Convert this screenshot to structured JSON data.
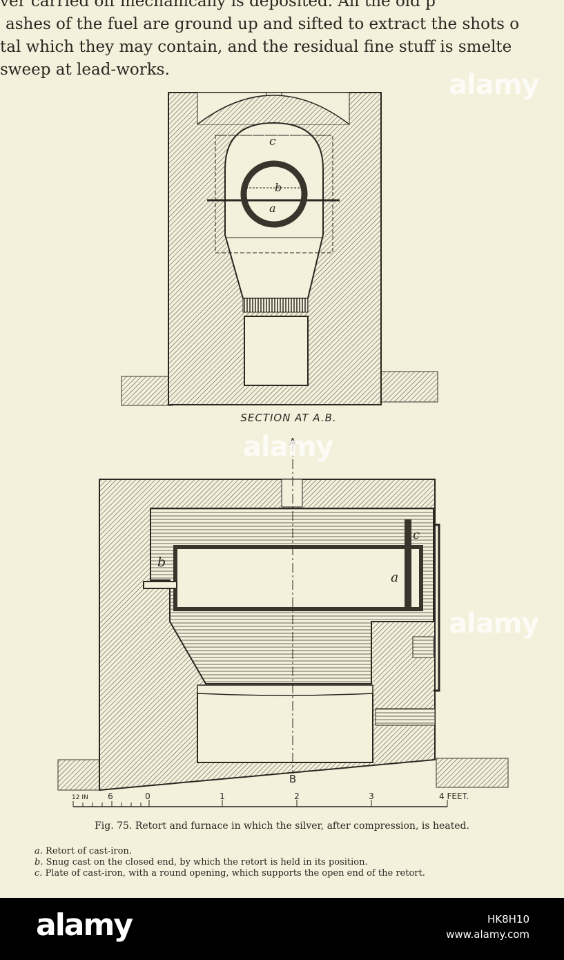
{
  "body_text": {
    "lines": [
      "ver carried off mechanically is deposited. All the old p",
      "ashes of the fuel are ground up and sifted to extract the shots o",
      "tal which they may contain, and the residual fine stuff is smelte",
      "sweep at lead-works."
    ]
  },
  "figure": {
    "section_label": "SECTION AT A.B.",
    "top_labels": {
      "c": "c",
      "b": "b",
      "a": "a"
    },
    "plan_labels": {
      "A": "A",
      "B": "B",
      "a": "a",
      "b": "b",
      "c": "c"
    },
    "scale": {
      "ticks": [
        "12 IN",
        "6",
        "0",
        "1",
        "2",
        "3",
        "4 FEET."
      ]
    }
  },
  "caption": "Fig. 75. Retort and furnace in which the silver, after compression, is heated.",
  "legend": [
    {
      "key": "a.",
      "text": "Retort of cast-iron."
    },
    {
      "key": "b.",
      "text": "Snug cast on the closed end, by which the retort is held in its position."
    },
    {
      "key": "c.",
      "text": "Plate of cast-iron, with a round opening, which supports the open end of the retort."
    }
  ],
  "watermark": "alamy",
  "banner": {
    "logo": "alamy",
    "image_id": "HK8H10",
    "site": "www.alamy.com"
  }
}
